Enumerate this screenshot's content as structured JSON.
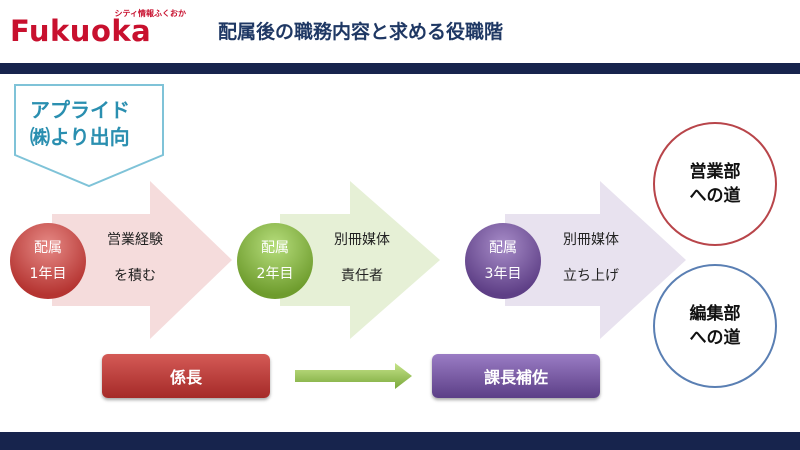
{
  "header": {
    "logo_text": "Fukuoka",
    "logo_sub": "シティ情報ふくおか",
    "title": "配属後の職務内容と求める役職階"
  },
  "origin": {
    "line1": "アプライド",
    "line2": "㈱より出向"
  },
  "steps": [
    {
      "label1": "配属",
      "label2": "1年目",
      "text1": "営業経験",
      "text2": "を積む"
    },
    {
      "label1": "配属",
      "label2": "2年目",
      "text1": "別冊媒体",
      "text2": "責任者"
    },
    {
      "label1": "配属",
      "label2": "3年目",
      "text1": "別冊媒体",
      "text2": "立ち上げ"
    }
  ],
  "goals": [
    {
      "line1": "営業部",
      "line2": "への道"
    },
    {
      "line1": "編集部",
      "line2": "への道"
    }
  ],
  "roles": [
    {
      "label": "係長"
    },
    {
      "label": "課長補佐"
    }
  ],
  "colors": {
    "navy": "#17244d",
    "red": "#b03a3a",
    "green": "#8cbb4f",
    "purple": "#7a5aa0",
    "goal_red_border": "#b8454a",
    "goal_blue_border": "#5a7fb3"
  }
}
